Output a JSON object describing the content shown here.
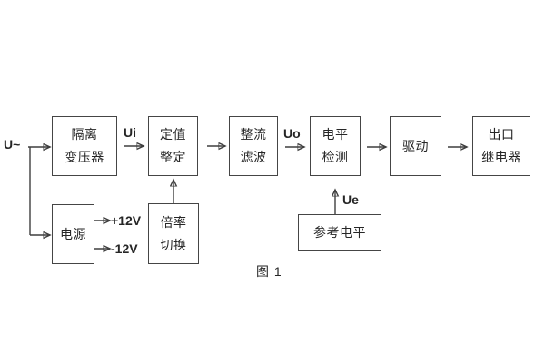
{
  "figure": {
    "caption": "图 1"
  },
  "labels": {
    "input": "U~",
    "ui": "Ui",
    "uo": "Uo",
    "ue": "Ue",
    "plus_12v": "+12V",
    "minus_12v": "-12V"
  },
  "blocks": {
    "isolation_transformer": {
      "line1": "隔离",
      "line2": "变压器"
    },
    "setpoint_setting": {
      "line1": "定值",
      "line2": "整定"
    },
    "rectifier_filter": {
      "line1": "整流",
      "line2": "滤波"
    },
    "level_detection": {
      "line1": "电平",
      "line2": "检测"
    },
    "drive": {
      "label": "驱动"
    },
    "output_relay": {
      "line1": "出口",
      "line2": "继电器"
    },
    "power_supply": {
      "label": "电源"
    },
    "ratio_switch": {
      "line1": "倍率",
      "line2": "切换"
    },
    "reference_level": {
      "label": "参考电平"
    }
  },
  "colors": {
    "background": "#ffffff",
    "line": "#3f3f3f",
    "border": "#454545",
    "text": "#262626"
  }
}
